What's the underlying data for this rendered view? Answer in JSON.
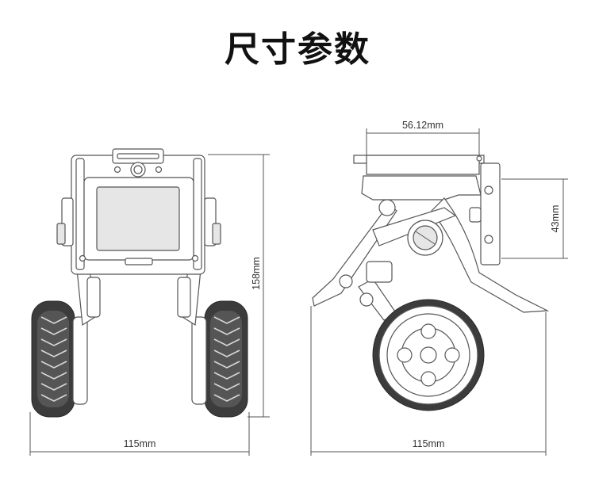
{
  "title": "尺寸参数",
  "dimensions": {
    "front_height": "158mm",
    "front_width": "115mm",
    "side_width": "115mm",
    "side_top_width": "56.12mm",
    "side_plate_height": "43mm"
  },
  "colors": {
    "line": "#555555",
    "tire": "#3c3c3c",
    "text": "#333333"
  }
}
